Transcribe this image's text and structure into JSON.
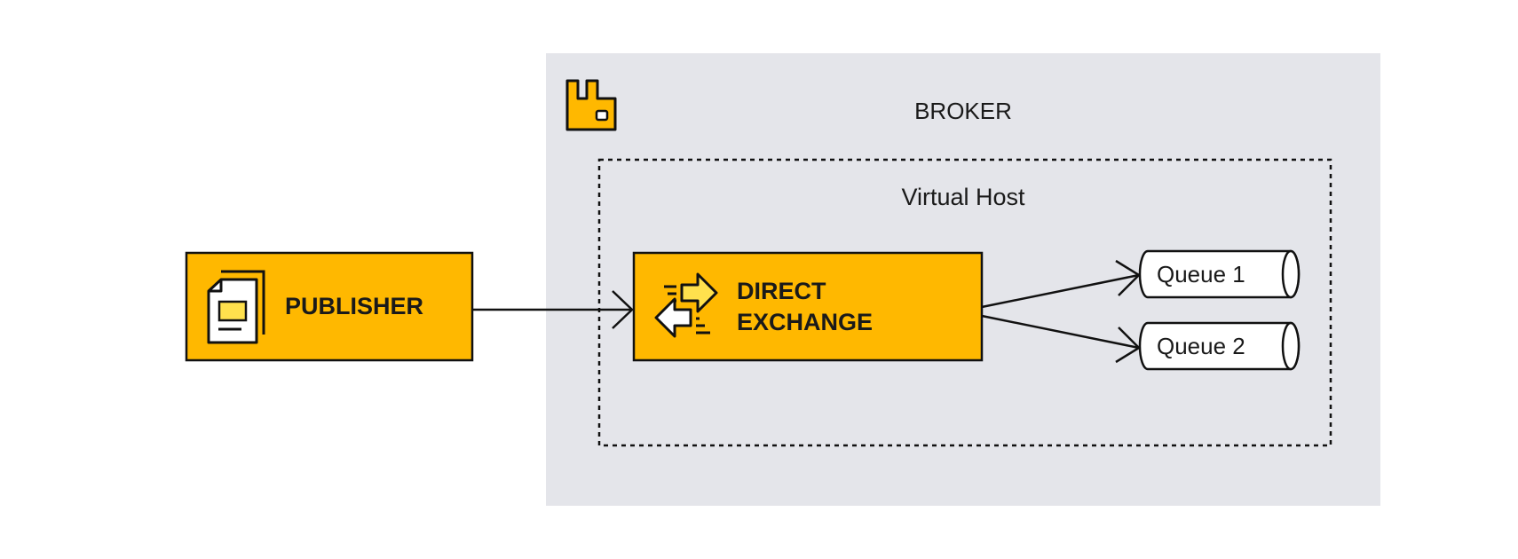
{
  "broker": {
    "title": "BROKER",
    "icon": "rabbitmq-logo-icon"
  },
  "virtual_host": {
    "title": "Virtual Host"
  },
  "publisher": {
    "label": "PUBLISHER",
    "icon": "document-icon"
  },
  "exchange": {
    "line1": "DIRECT",
    "line2": "EXCHANGE",
    "icon": "exchange-arrows-icon"
  },
  "queues": [
    {
      "label": "Queue 1"
    },
    {
      "label": "Queue 2"
    }
  ],
  "colors": {
    "accent": "#FFB800",
    "icon_highlight": "#FFE14D",
    "broker_bg": "#E4E5EA",
    "stroke": "#111111",
    "background": "#FFFFFF"
  }
}
